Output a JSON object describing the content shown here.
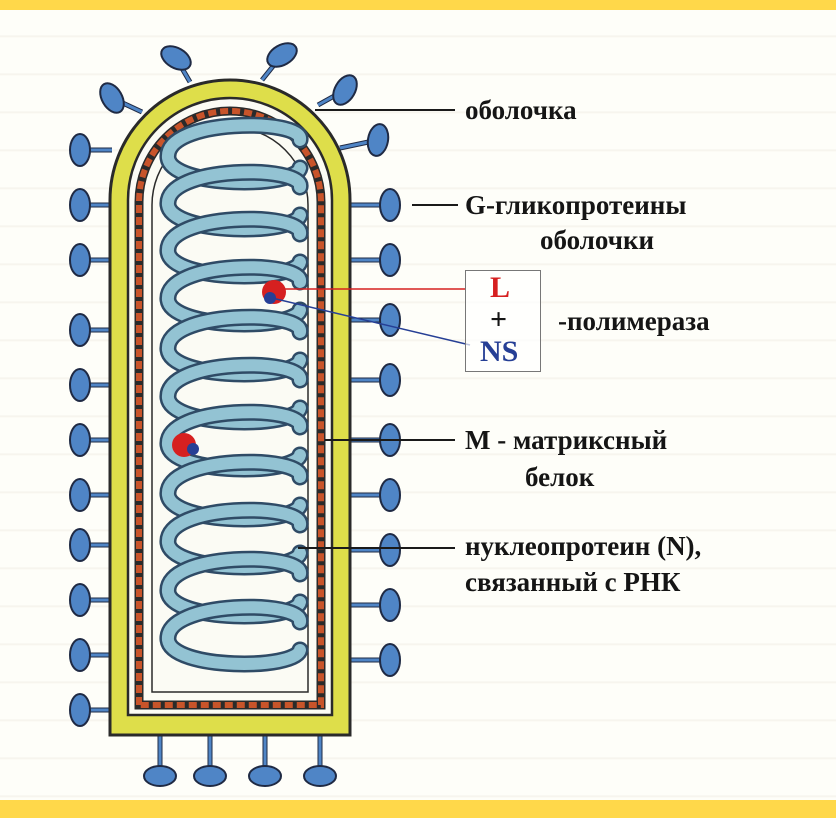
{
  "labels": {
    "envelope": "оболочка",
    "glycoproteins_line1": "G-гликопротеины",
    "glycoproteins_line2": "оболочки",
    "polymerase": "-полимераза",
    "matrix_line1": "М - матриксный",
    "matrix_line2": "белок",
    "nucleoprotein_line1": "нуклеопротеин (N),",
    "nucleoprotein_line2": "связанный с РНК"
  },
  "polymerase_box": {
    "L": "L",
    "plus": "+",
    "NS": "NS"
  },
  "colors": {
    "envelope_fill": "#dede4a",
    "envelope_outline": "#2a2a2a",
    "spike": "#4f85c6",
    "matrix_protein": "#c8542a",
    "nucleoprotein_helix": "#93c3d3",
    "L_protein": "#d62020",
    "NS_protein": "#263f95",
    "page_border": "#ffd84a"
  },
  "icons": {
    "spike": "glycoprotein-spike-icon",
    "polymerase_dot": "polymerase-dot-icon"
  }
}
